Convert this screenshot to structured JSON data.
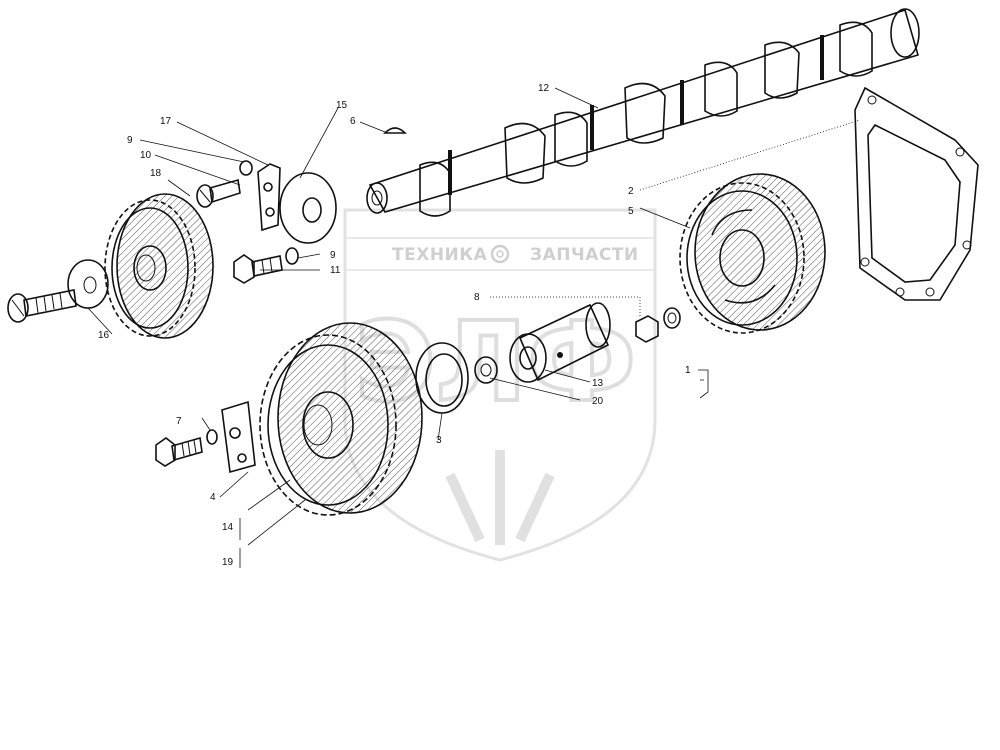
{
  "watermark": {
    "left_text": "ТЕХНИКА",
    "right_text": "ЗАПЧАСТИ",
    "logo_letters": "ЭЛФ",
    "color": "#d8d8d8"
  },
  "labels": {
    "l1": "1",
    "l2": "2",
    "l3": "3",
    "l4": "4",
    "l5": "5",
    "l6": "6",
    "l7": "7",
    "l8": "8",
    "l9a": "9",
    "l9b": "9",
    "l10": "10",
    "l11": "11",
    "l12": "12",
    "l13": "13",
    "l14": "14",
    "l15": "15",
    "l16": "16",
    "l17": "17",
    "l18": "18",
    "l19": "19",
    "l20": "20"
  }
}
